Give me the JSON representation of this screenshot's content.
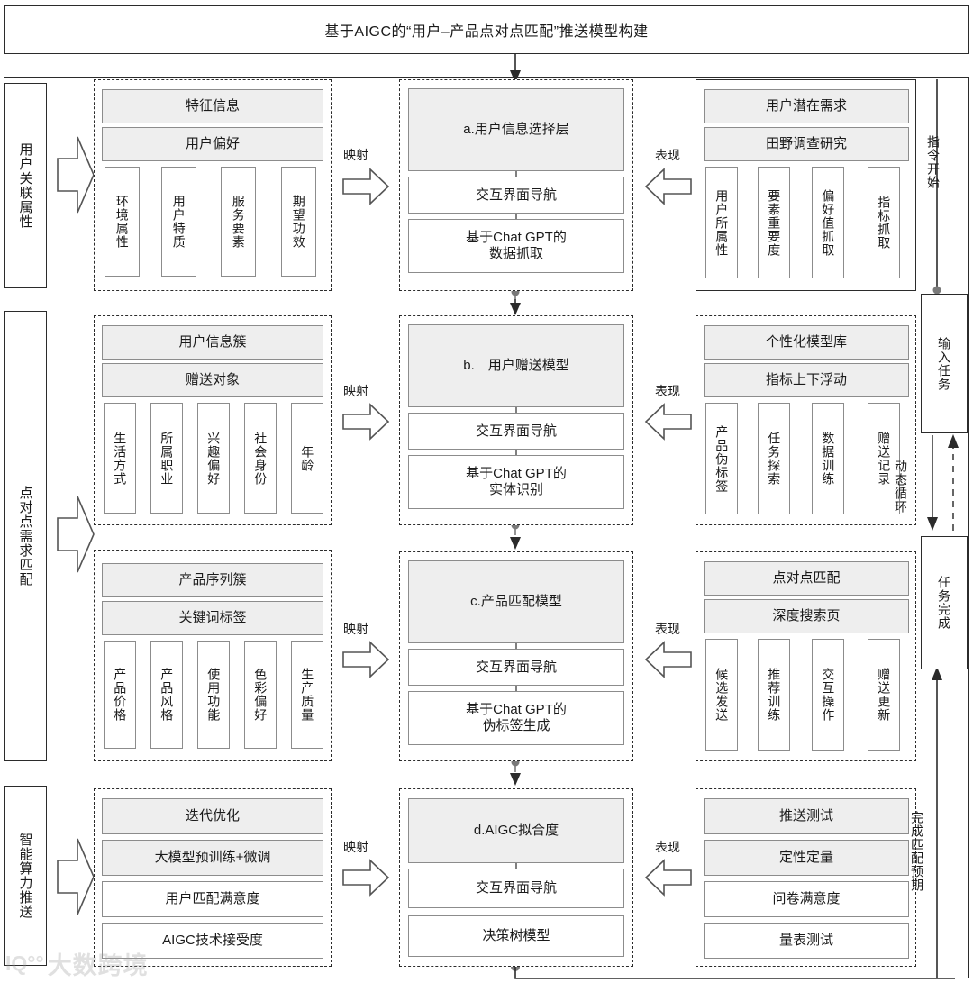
{
  "title": "基于AIGC的“用户–产品点对点匹配”推送模型构建",
  "labels": {
    "mapping": "映射",
    "manifest": "表现"
  },
  "right_flow": {
    "start_label": "指令开始",
    "input_task": "输入任务",
    "loop_label": "动态循环",
    "task_done": "任务完成",
    "finish_label": "完成匹配预期"
  },
  "watermark": {
    "logo": "IQ°°",
    "text": "大数跨境"
  },
  "rows": [
    {
      "stage": "用户关联属性",
      "left": {
        "header": "特征信息",
        "sub": "用户偏好",
        "items": [
          "环境属性",
          "用户特质",
          "服务要素",
          "期望功效"
        ]
      },
      "center": {
        "header": "a.用户信息选择层",
        "mid": "交互界面导航",
        "bottom": "基于Chat GPT的\n数据抓取"
      },
      "right": {
        "header": "用户潜在需求",
        "sub": "田野调查研究",
        "items": [
          "用户所属性",
          "要素重要度",
          "偏好值抓取",
          "指标抓取"
        ],
        "border": "solid"
      }
    },
    {
      "stage": "点对点需求匹配",
      "left": {
        "header": "用户信息簇",
        "sub": "赠送对象",
        "items": [
          "生活方式",
          "所属职业",
          "兴趣偏好",
          "社会身份",
          "年龄"
        ]
      },
      "center": {
        "header": "b.　用户赠送模型",
        "mid": "交互界面导航",
        "bottom": "基于Chat GPT的\n实体识别"
      },
      "right": {
        "header": "个性化模型库",
        "sub": "指标上下浮动",
        "items": [
          "产品伪标签",
          "任务探索",
          "数据训练",
          "赠送记录"
        ],
        "border": "dashed"
      }
    },
    {
      "stage": "",
      "left": {
        "header": "产品序列簇",
        "sub": "关键词标签",
        "items": [
          "产品价格",
          "产品风格",
          "使用功能",
          "色彩偏好",
          "生产质量"
        ]
      },
      "center": {
        "header": "c.产品匹配模型",
        "mid": "交互界面导航",
        "bottom": "基于Chat GPT的\n伪标签生成"
      },
      "right": {
        "header": "点对点匹配",
        "sub": "深度搜索页",
        "items": [
          "候选发送",
          "推荐训练",
          "交互操作",
          "赠送更新"
        ],
        "border": "dashed"
      }
    },
    {
      "stage": "智能算力推送",
      "left": {
        "header": "迭代优化",
        "sub": "大模型预训练+微调",
        "items": [
          "用户匹配满意度",
          "AIGC技术接受度"
        ]
      },
      "center": {
        "header": "d.AIGC拟合度",
        "mid": "交互界面导航",
        "bottom": "决策树模型"
      },
      "right": {
        "header": "推送测试",
        "sub": "定性定量",
        "items": [
          "问卷满意度",
          "量表测试"
        ],
        "border": "dashed"
      }
    }
  ]
}
